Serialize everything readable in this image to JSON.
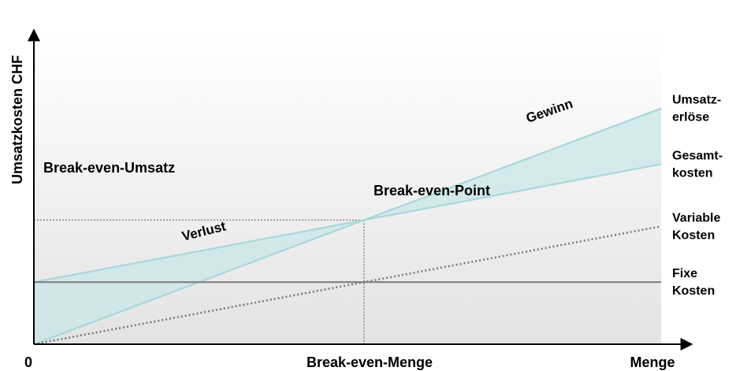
{
  "chart_data": {
    "type": "line",
    "title": "",
    "xlabel": "Menge",
    "ylabel": "Umsatzkosten CHF",
    "x_origin_label": "0",
    "x_ticks": [
      {
        "x": 0,
        "label": "0"
      },
      {
        "x": 1,
        "label": "Break-even-Menge"
      }
    ],
    "xlim": [
      0,
      1.9
    ],
    "ylim": [
      0,
      2.5
    ],
    "break_even": {
      "x": 1,
      "y": 1,
      "point_label": "Break-even-Point",
      "revenue_label": "Break-even-Umsatz"
    },
    "series": [
      {
        "name": "Umsatz-erlöse",
        "label_lines": [
          "Umsatz-",
          "erlöse"
        ],
        "style": "solid",
        "color": "#a8d8dc",
        "points": [
          [
            0,
            0
          ],
          [
            1.9,
            1.9
          ]
        ]
      },
      {
        "name": "Gesamt-kosten",
        "label_lines": [
          "Gesamt-",
          "kosten"
        ],
        "style": "solid",
        "color": "#a8d8dc",
        "points": [
          [
            0,
            0.5
          ],
          [
            1.9,
            1.45
          ]
        ]
      },
      {
        "name": "Variable Kosten",
        "label_lines": [
          "Variable",
          "Kosten"
        ],
        "style": "dotted",
        "color": "#777777",
        "points": [
          [
            0,
            0
          ],
          [
            1.9,
            0.95
          ]
        ]
      },
      {
        "name": "Fixe Kosten",
        "label_lines": [
          "Fixe",
          "Kosten"
        ],
        "style": "solid",
        "color": "#7f7f7f",
        "points": [
          [
            0,
            0.5
          ],
          [
            1.9,
            0.5
          ]
        ]
      }
    ],
    "regions": [
      {
        "label": "Verlust",
        "between": [
          "Gesamt-kosten",
          "Umsatz-erlöse"
        ],
        "x_range": [
          0,
          1
        ]
      },
      {
        "label": "Gewinn",
        "between": [
          "Umsatz-erlöse",
          "Gesamt-kosten"
        ],
        "x_range": [
          1,
          1.9
        ]
      }
    ],
    "colors": {
      "fill_region": "#c9e6e8",
      "background_top": "#ffffff",
      "background_bottom": "#e3e3e3",
      "axis": "#000000",
      "guide": "#888888"
    },
    "grid": false,
    "legend": "right (line-end labels)"
  }
}
